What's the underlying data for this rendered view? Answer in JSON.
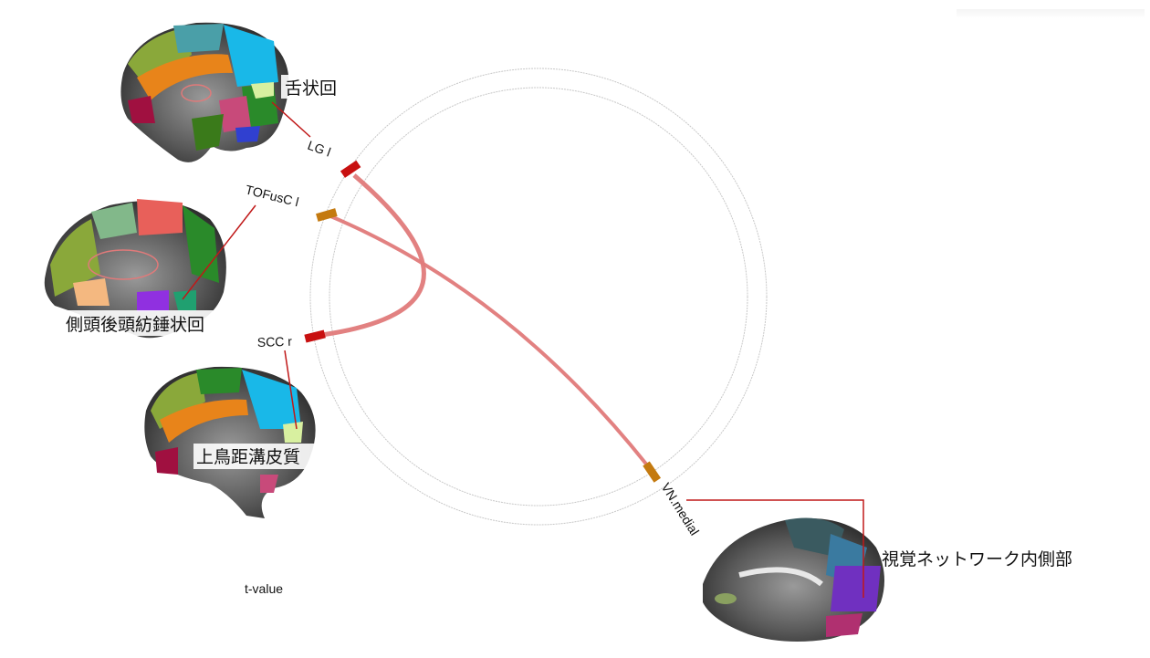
{
  "regions": {
    "lingual_gyrus_jp": "舌状回",
    "temporal_fusiform_jp": "側頭後頭紡錘状回",
    "supracalcarine_jp": "上鳥距溝皮質",
    "visual_network_jp": "視覚ネットワーク内側部"
  },
  "nodes": {
    "lg": "LG l",
    "tofusc": "TOFusC l",
    "scc": "SCC r",
    "vn": "VN.medial"
  },
  "legend": {
    "tvalue": "t-value"
  },
  "colors": {
    "node_red": "#c81010",
    "node_orange": "#c47a10",
    "connection": "#e07a7a",
    "pointer_line": "#c01818",
    "ring": "#c8c8c8"
  }
}
